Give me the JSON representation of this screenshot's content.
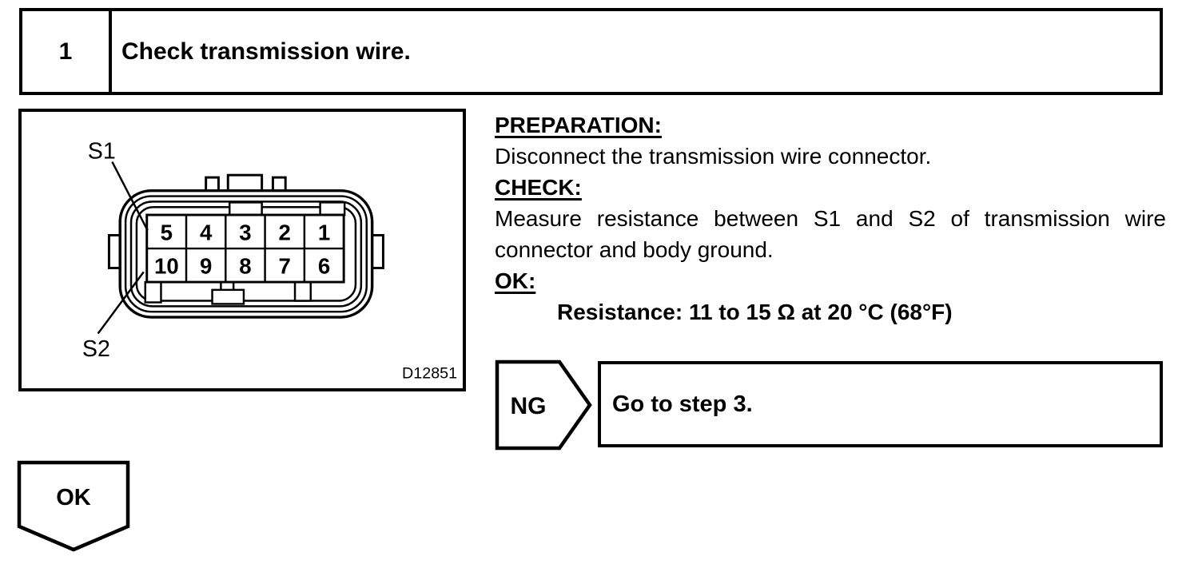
{
  "step": {
    "number": "1",
    "title": "Check transmission wire."
  },
  "figure": {
    "code": "D12851",
    "label_s1": "S1",
    "label_s2": "S2",
    "pins": {
      "top_row": [
        "5",
        "4",
        "3",
        "2",
        "1"
      ],
      "bottom_row": [
        "10",
        "9",
        "8",
        "7",
        "6"
      ]
    }
  },
  "instructions": {
    "preparation_heading": "PREPARATION:",
    "preparation_text": "Disconnect the transmission wire connector.",
    "check_heading": "CHECK:",
    "check_text": "Measure resistance between S1 and S2 of transmission wire connector and body ground.",
    "ok_heading": "OK:",
    "ok_spec": "Resistance: 11 to 15 Ω at 20 °C (68°F)"
  },
  "ng_branch": {
    "label": "NG",
    "action": "Go to step 3."
  },
  "ok_branch": {
    "label": "OK"
  }
}
